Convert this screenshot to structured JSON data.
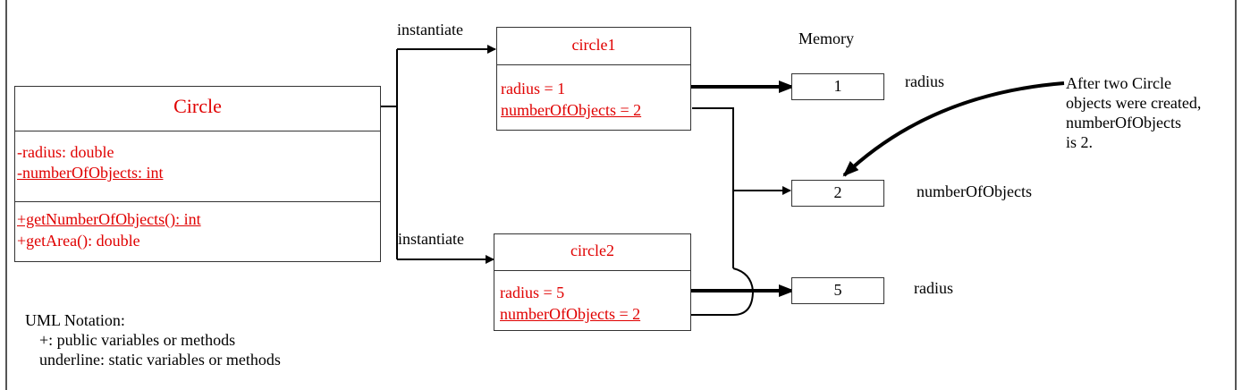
{
  "uml_class": {
    "name": "Circle",
    "attributes": [
      {
        "text": "-radius: double",
        "underline": false
      },
      {
        "text": "-numberOfObjects: int",
        "underline": true
      }
    ],
    "methods": [
      {
        "text": "+getNumberOfObjects(): int",
        "underline": true
      },
      {
        "text": "+getArea(): double",
        "underline": false
      }
    ]
  },
  "arrows": {
    "instantiate_top": "instantiate",
    "instantiate_bottom": "instantiate"
  },
  "objects": [
    {
      "name": "circle1",
      "fields": [
        {
          "text": "radius = 1",
          "underline": false
        },
        {
          "text": "numberOfObjects = 2",
          "underline": true
        }
      ]
    },
    {
      "name": "circle2",
      "fields": [
        {
          "text": "radius = 5",
          "underline": false
        },
        {
          "text": "numberOfObjects = 2",
          "underline": true
        }
      ]
    }
  ],
  "memory": {
    "title": "Memory",
    "cells": [
      {
        "value": "1",
        "label": "radius"
      },
      {
        "value": "2",
        "label": "numberOfObjects"
      },
      {
        "value": "5",
        "label": "radius"
      }
    ]
  },
  "note": {
    "lines": [
      "After two Circle",
      "objects were created,",
      "numberOfObjects",
      "is 2."
    ]
  },
  "legend": {
    "title": "UML Notation:",
    "lines": [
      "+: public variables or methods",
      "underline: static variables or methods"
    ]
  },
  "colors": {
    "member_text": "#e00000",
    "plain_text": "#000000",
    "border": "#333333"
  }
}
